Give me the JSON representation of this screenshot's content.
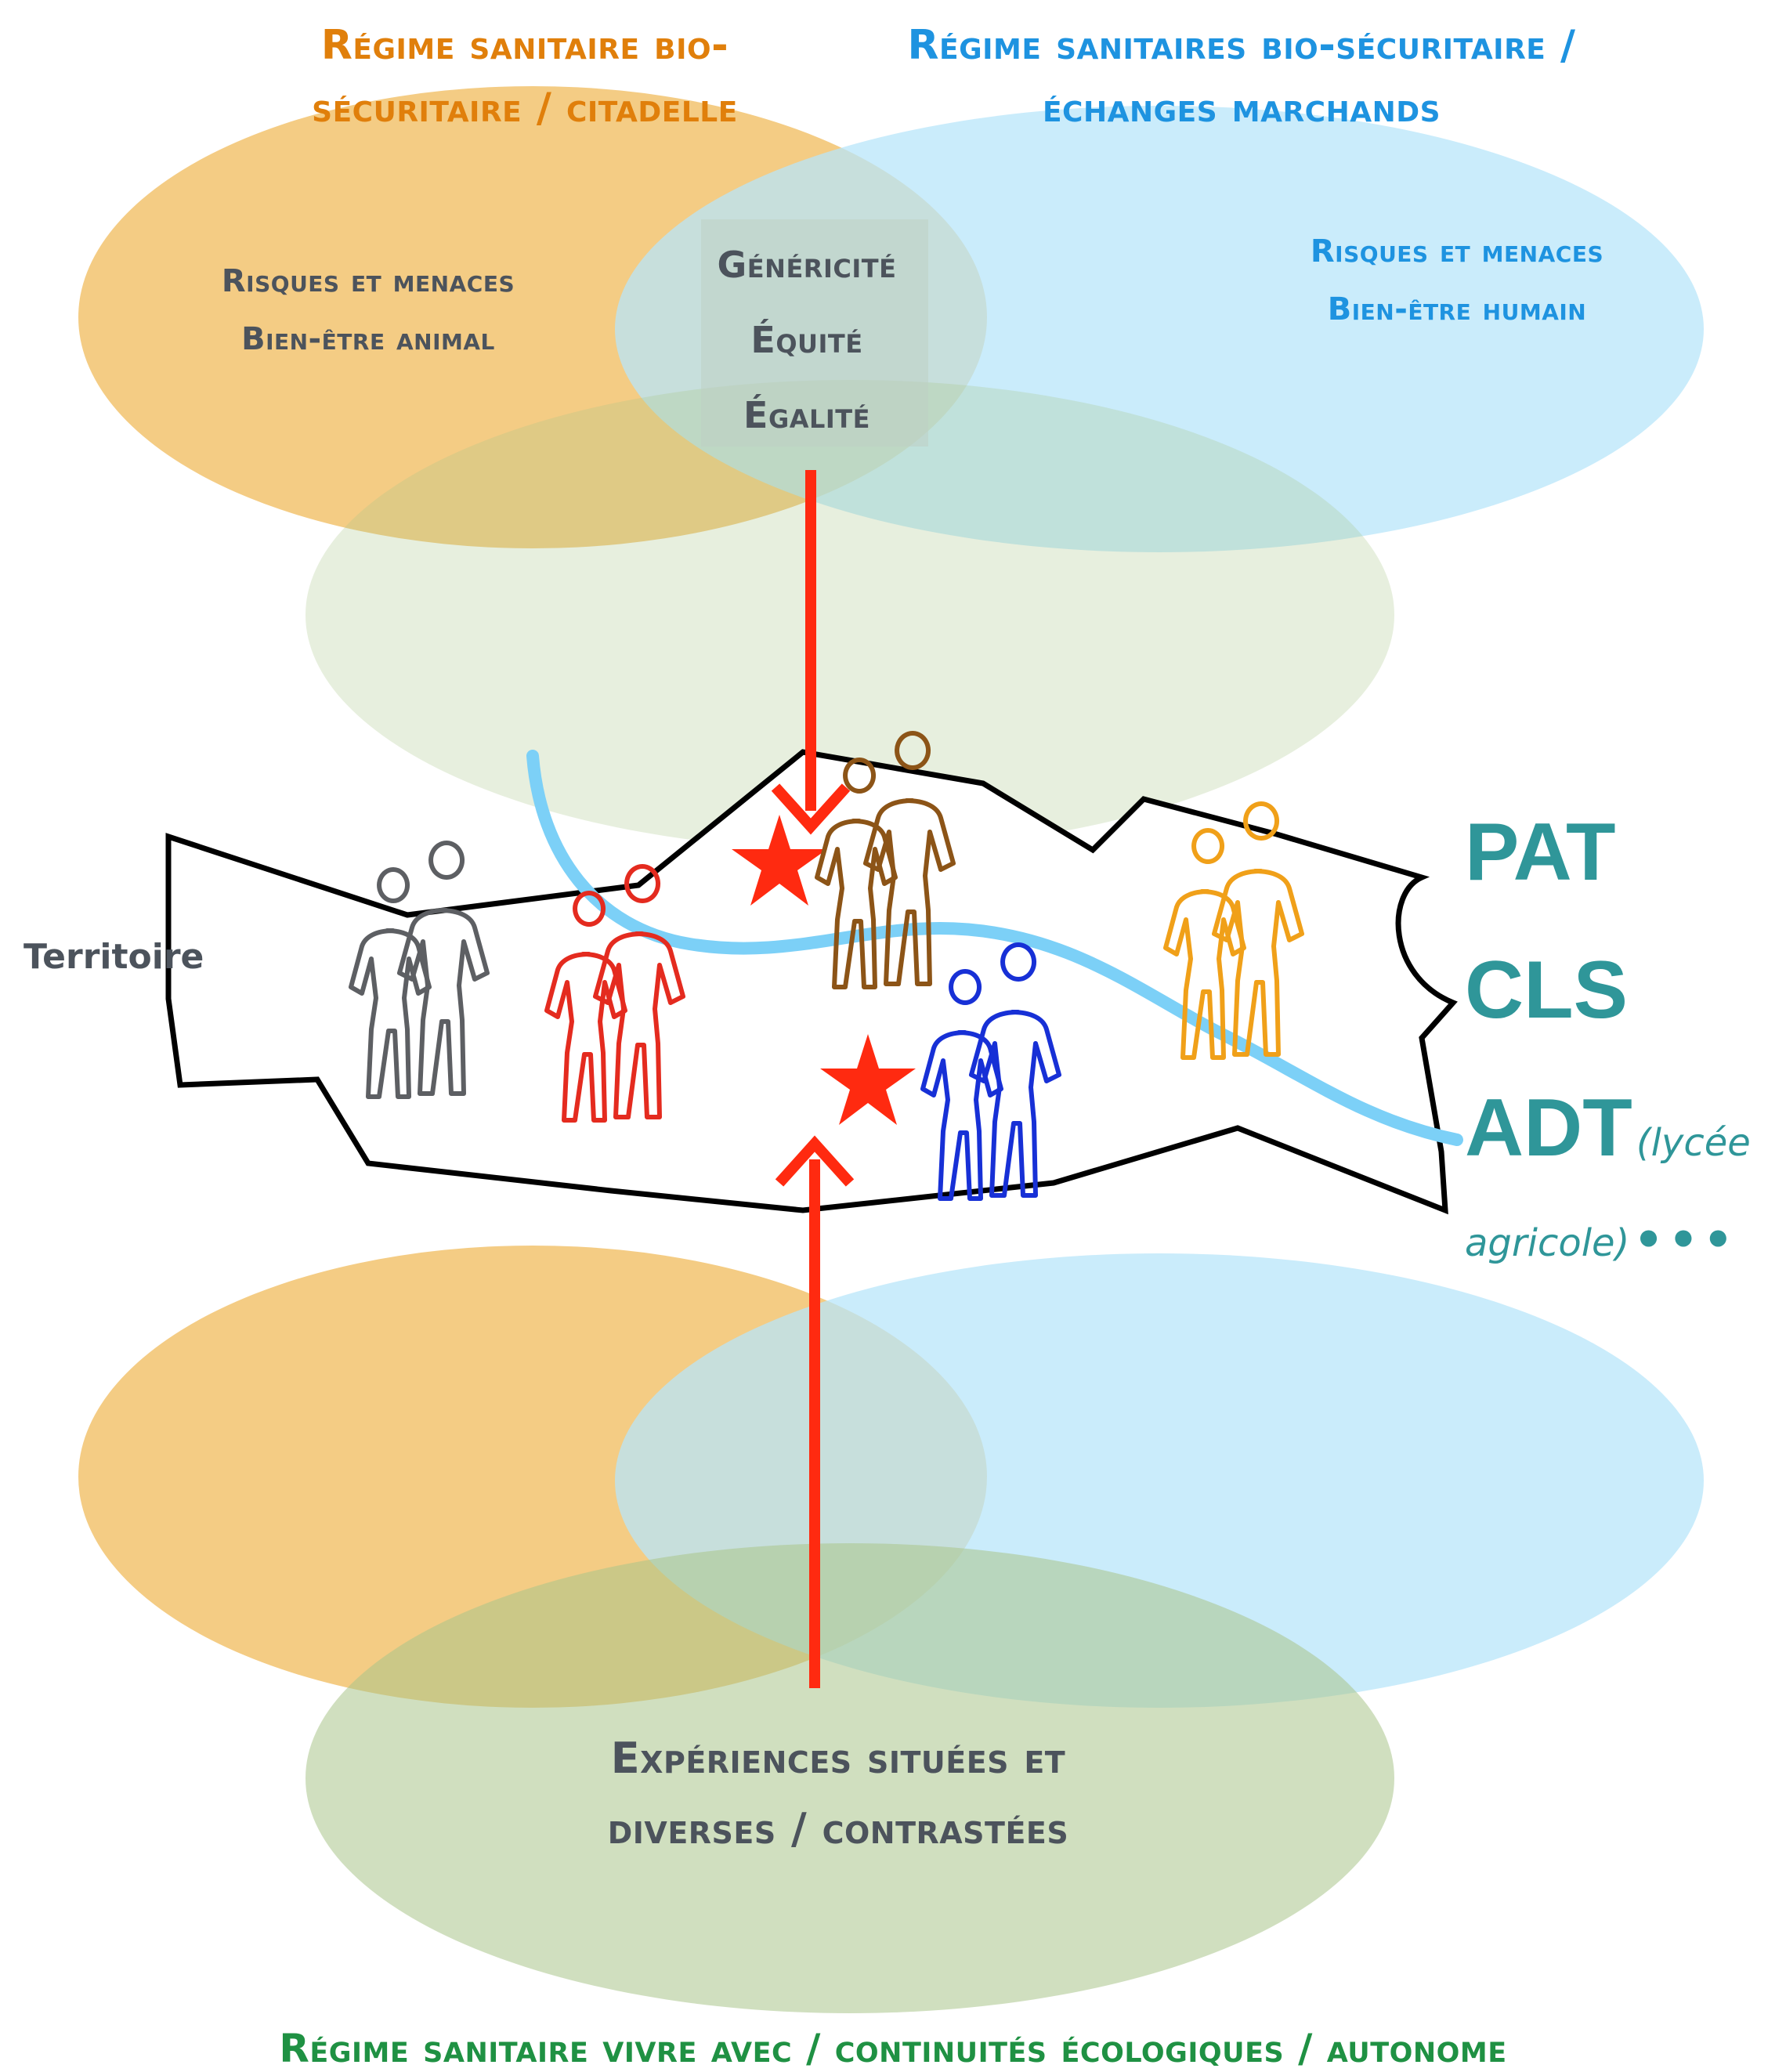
{
  "colors": {
    "orange_regime": "#f2c36f",
    "blue_regime": "#b8e6f9",
    "green_regime": "#a9c48a",
    "orange_text": "#e07f0b",
    "blue_text": "#1e93e0",
    "green_text": "#1f9143",
    "grey_text": "#4c535c",
    "teal_text": "#2f9699",
    "arrow": "#ff2a10",
    "river": "#7cd0f7"
  },
  "regimes": {
    "citadelle": {
      "title": "Régime sanitaire bio-sécuritaire / citadelle",
      "focus_line1": "Risques et menaces",
      "focus_line2": "Bien-être animal"
    },
    "echanges": {
      "title": "Régime sanitaires bio-sécuritaire / échanges marchands",
      "focus_line1": "Risques et menaces",
      "focus_line2": "Bien-être humain"
    },
    "shared": {
      "value1": "Généricité",
      "value2": "Équité",
      "value3": "Égalité"
    },
    "vivre_avec": {
      "title": "Régime sanitaire vivre avec / continuités écologiques / autonome",
      "experiences": "Expériences situées et diverses / contrastées"
    }
  },
  "territory": {
    "label": "Territoire",
    "groups": [
      {
        "color_name": "grey",
        "color": "#5d5f63"
      },
      {
        "color_name": "red",
        "color": "#e42b1f"
      },
      {
        "color_name": "brown",
        "color": "#8c5417"
      },
      {
        "color_name": "blue",
        "color": "#1730d6"
      },
      {
        "color_name": "orange",
        "color": "#f0a019"
      }
    ]
  },
  "frameworks": {
    "item1": "PAT",
    "item2": "CLS",
    "item3": "ADT",
    "note_part1": "(lycée",
    "note_part2": "agricole)",
    "ellipsis": "•••"
  }
}
